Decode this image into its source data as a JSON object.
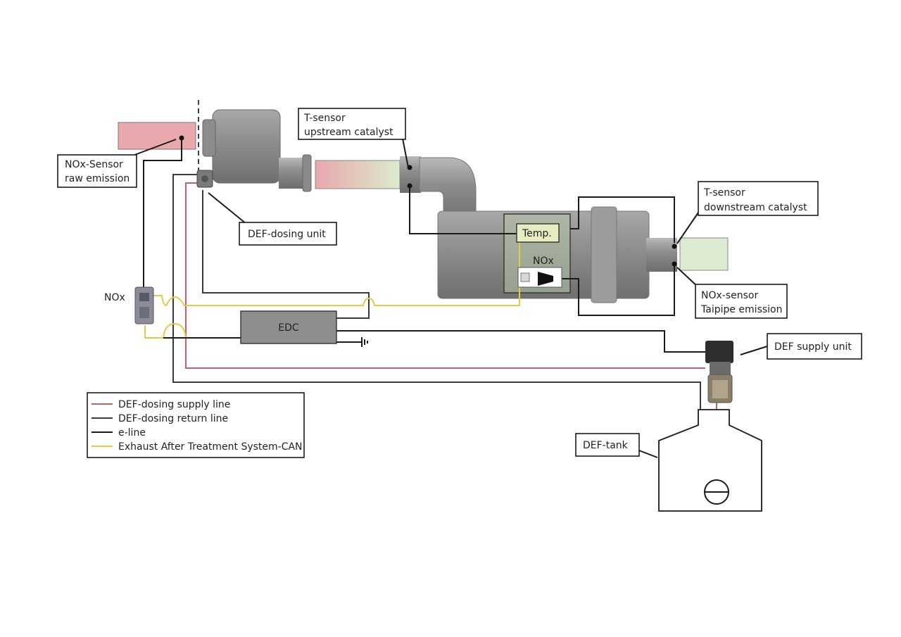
{
  "labels": {
    "nox_raw": [
      "NOx-Sensor",
      "raw emission"
    ],
    "t_up": [
      "T-sensor",
      "upstream catalyst"
    ],
    "t_down": [
      "T-sensor",
      "downstream catalyst"
    ],
    "def_dosing": "DEF-dosing unit",
    "temp": "Temp.",
    "nox_inner": "NOx",
    "nox_tail": [
      "NOx-sensor",
      "Taipipe emission"
    ],
    "nox_side": "NOx",
    "edc": "EDC",
    "def_supply": "DEF supply unit",
    "def_tank": "DEF-tank"
  },
  "legend": [
    {
      "text": "DEF-dosing supply line",
      "color": "#c0606a"
    },
    {
      "text": "DEF-dosing return line",
      "color": "#3a3a3a"
    },
    {
      "text": "e-line",
      "color": "#1a1a1a"
    },
    {
      "text": "Exhaust After Treatment System-CAN",
      "color": "#e8c84a"
    }
  ],
  "colors": {
    "raw_emission_fill": "#e8a8ac",
    "tail_emission_fill": "#dcebcf",
    "inner_box_fill": "#cfdcb8",
    "component_grey": "#9a9a9a"
  }
}
